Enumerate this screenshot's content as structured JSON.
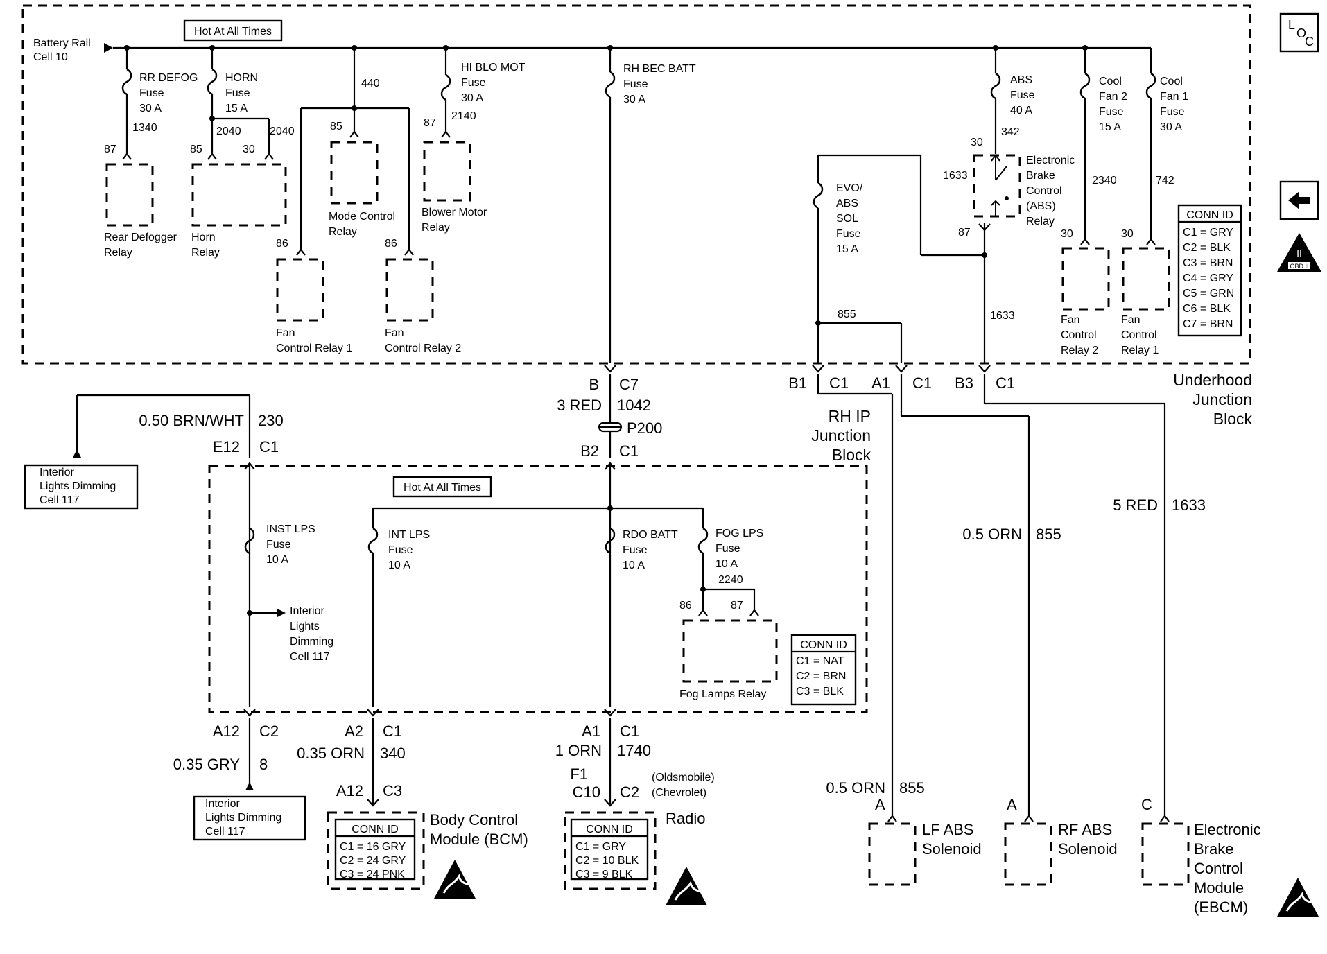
{
  "labels": {
    "battery_rail": "Battery Rail",
    "battery_cell": "Cell 10",
    "hot_top": "Hot At All Times",
    "hot_mid": "Hot At All Times",
    "rr_defog_fuse": [
      "RR DEFOG",
      "Fuse",
      "30 A"
    ],
    "horn_fuse": [
      "HORN",
      "Fuse",
      "15 A"
    ],
    "hi_blo_fuse": [
      "HI BLO MOT",
      "Fuse",
      "30 A"
    ],
    "rh_bec_fuse": [
      "RH BEC BATT",
      "Fuse",
      "30 A"
    ],
    "abs_fuse": [
      "ABS",
      "Fuse",
      "40 A"
    ],
    "cool2_fuse": [
      "Cool",
      "Fan 2",
      "Fuse",
      "15 A"
    ],
    "cool1_fuse": [
      "Cool",
      "Fan 1",
      "Fuse",
      "30 A"
    ],
    "evo_fuse": [
      "EVO/",
      "ABS",
      "SOL",
      "Fuse",
      "15 A"
    ],
    "rear_defogger_relay": [
      "Rear Defogger",
      "Relay"
    ],
    "horn_relay": [
      "Horn",
      "Relay"
    ],
    "mode_relay": [
      "Mode Control",
      "Relay"
    ],
    "blower_relay": [
      "Blower Motor",
      "Relay"
    ],
    "fan_relay1": [
      "Fan",
      "Control Relay 1"
    ],
    "fan_relay2": [
      "Fan",
      "Control Relay 2"
    ],
    "fan_ctrl_relay2": [
      "Fan",
      "Control",
      "Relay 2"
    ],
    "fan_ctrl_relay1": [
      "Fan",
      "Control",
      "Relay 1"
    ],
    "ebcm_relay": [
      "Electronic",
      "Brake",
      "Control",
      "(ABS)",
      "Relay"
    ],
    "underhood": [
      "Underhood",
      "Junction",
      "Block"
    ],
    "rh_ip": [
      "RH IP",
      "Junction",
      "Block"
    ],
    "inst_fuse": [
      "INST LPS",
      "Fuse",
      "10 A"
    ],
    "int_fuse": [
      "INT LPS",
      "Fuse",
      "10 A"
    ],
    "rdo_fuse": [
      "RDO BATT",
      "Fuse",
      "10 A"
    ],
    "fog_fuse": [
      "FOG LPS",
      "Fuse",
      "10 A"
    ],
    "int_dim_mid": [
      "Interior",
      "Lights",
      "Dimming",
      "Cell 117"
    ],
    "int_dim_top": [
      "Interior",
      "Lights Dimming",
      "Cell 117"
    ],
    "int_dim_bot": [
      "Interior",
      "Lights Dimming",
      "Cell 117"
    ],
    "fog_relay": "Fog Lamps Relay",
    "bcm": [
      "Body Control",
      "Module (BCM)"
    ],
    "radio": "Radio",
    "oldsmobile": "(Oldsmobile)",
    "chevrolet": "(Chevrolet)",
    "lf_abs": [
      "LF ABS",
      "Solenoid"
    ],
    "rf_abs": [
      "RF ABS",
      "Solenoid"
    ],
    "ebcm": [
      "Electronic",
      "Brake",
      "Control",
      "Module",
      "(EBCM)"
    ],
    "p200": "P200",
    "loc": [
      "L",
      "O",
      "C"
    ],
    "obd": "OBD II"
  },
  "circuits": {
    "c1340": "1340",
    "c2040a": "2040",
    "c2040b": "2040",
    "c440": "440",
    "c2140": "2140",
    "c342": "342",
    "c2340": "2340",
    "c742": "742",
    "c1633a": "1633",
    "c1633b": "1633",
    "c855": "855",
    "c2240": "2240",
    "t87a": "87",
    "t85a": "85",
    "t30a": "30",
    "t85b": "85",
    "t87b": "87",
    "t86a": "86",
    "t86b": "86",
    "t30b": "30",
    "t87c": "87",
    "t30c": "30",
    "t30d": "30",
    "t86c": "86",
    "t87d": "87"
  },
  "connectors": {
    "b_c7": [
      "B",
      "C7"
    ],
    "b2_c1": [
      "B2",
      "C1"
    ],
    "e12_c1": [
      "E12",
      "C1"
    ],
    "b1_c1": [
      "B1",
      "C1"
    ],
    "a1_c1_top": [
      "A1",
      "C1"
    ],
    "b3_c1": [
      "B3",
      "C1"
    ],
    "a12_c2": [
      "A12",
      "C2"
    ],
    "a2_c1": [
      "A2",
      "C1"
    ],
    "a1_c1_bot": [
      "A1",
      "C1"
    ],
    "a12_c3": [
      "A12",
      "C3"
    ],
    "f1_c10": [
      "F1",
      "C10",
      "C2"
    ],
    "pin_a_lf": "A",
    "pin_a_rf": "A",
    "pin_c": "C"
  },
  "wires": {
    "w_3red": [
      "3 RED",
      "1042"
    ],
    "w_brnwht": [
      "0.50 BRN/WHT",
      "230"
    ],
    "w_035gry": [
      "0.35 GRY",
      "8"
    ],
    "w_035orn": [
      "0.35 ORN",
      "340"
    ],
    "w_1orn": [
      "1 ORN",
      "1740"
    ],
    "w_05orn_rf": [
      "0.5 ORN",
      "855"
    ],
    "w_05orn_lf": [
      "0.5 ORN",
      "855"
    ],
    "w_5red": [
      "5 RED",
      "1633"
    ]
  },
  "conn_id_underhood": [
    "CONN ID",
    "C1 = GRY",
    "C2 = BLK",
    "C3 = BRN",
    "C4 = GRY",
    "C5 = GRN",
    "C6 = BLK",
    "C7 = BRN"
  ],
  "conn_id_ip": [
    "CONN ID",
    "C1 = NAT",
    "C2 = BRN",
    "C3 = BLK"
  ],
  "conn_id_bcm": [
    "CONN ID",
    "C1 = 16 GRY",
    "C2 = 24 GRY",
    "C3 = 24 PNK"
  ],
  "conn_id_radio": [
    "CONN ID",
    "C1 = GRY",
    "C2 = 10 BLK",
    "C3 = 9 BLK"
  ]
}
